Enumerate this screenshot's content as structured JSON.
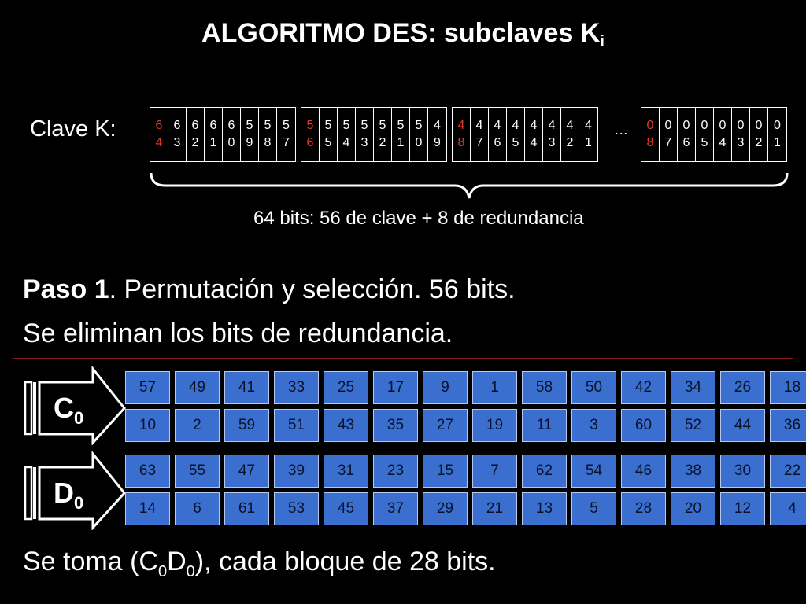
{
  "title": {
    "text": "ALGORITMO DES: subclaves K",
    "sub": "i"
  },
  "key": {
    "label": "Clave K:",
    "groups": [
      [
        [
          "6",
          "4"
        ],
        [
          "6",
          "3"
        ],
        [
          "6",
          "2"
        ],
        [
          "6",
          "1"
        ],
        [
          "6",
          "0"
        ],
        [
          "5",
          "9"
        ],
        [
          "5",
          "8"
        ],
        [
          "5",
          "7"
        ]
      ],
      [
        [
          "5",
          "6"
        ],
        [
          "5",
          "5"
        ],
        [
          "5",
          "4"
        ],
        [
          "5",
          "3"
        ],
        [
          "5",
          "2"
        ],
        [
          "5",
          "1"
        ],
        [
          "5",
          "0"
        ],
        [
          "4",
          "9"
        ]
      ],
      [
        [
          "4",
          "8"
        ],
        [
          "4",
          "7"
        ],
        [
          "4",
          "6"
        ],
        [
          "4",
          "5"
        ],
        [
          "4",
          "4"
        ],
        [
          "4",
          "3"
        ],
        [
          "4",
          "2"
        ],
        [
          "4",
          "1"
        ]
      ],
      [
        [
          "0",
          "8"
        ],
        [
          "0",
          "7"
        ],
        [
          "0",
          "6"
        ],
        [
          "0",
          "5"
        ],
        [
          "0",
          "4"
        ],
        [
          "0",
          "3"
        ],
        [
          "0",
          "2"
        ],
        [
          "0",
          "1"
        ]
      ]
    ],
    "ellipsis": "…",
    "brace_caption": "64 bits: 56 de clave + 8 de redundancia"
  },
  "step1": {
    "bold": "Paso 1",
    "line1_rest": ". Permutación y selección. 56 bits.",
    "line2": "Se eliminan los bits de redundancia."
  },
  "c0": {
    "label": "C",
    "sub": "0",
    "rows": [
      [
        "57",
        "49",
        "41",
        "33",
        "25",
        "17",
        "9",
        "1",
        "58",
        "50",
        "42",
        "34",
        "26",
        "18"
      ],
      [
        "10",
        "2",
        "59",
        "51",
        "43",
        "35",
        "27",
        "19",
        "11",
        "3",
        "60",
        "52",
        "44",
        "36"
      ]
    ]
  },
  "d0": {
    "label": "D",
    "sub": "0",
    "rows": [
      [
        "63",
        "55",
        "47",
        "39",
        "31",
        "23",
        "15",
        "7",
        "62",
        "54",
        "46",
        "38",
        "30",
        "22"
      ],
      [
        "14",
        "6",
        "61",
        "53",
        "45",
        "37",
        "29",
        "21",
        "13",
        "5",
        "28",
        "20",
        "12",
        "4"
      ]
    ]
  },
  "footer": {
    "pre": "Se toma (C",
    "sub1": "0",
    "mid": "D",
    "sub2": "0",
    "post": "), cada bloque de 28 bits."
  },
  "colors": {
    "cell_bg": "#3a6fd0",
    "frame": "#8b1a1a",
    "parity_digit": "#e03a2a"
  }
}
